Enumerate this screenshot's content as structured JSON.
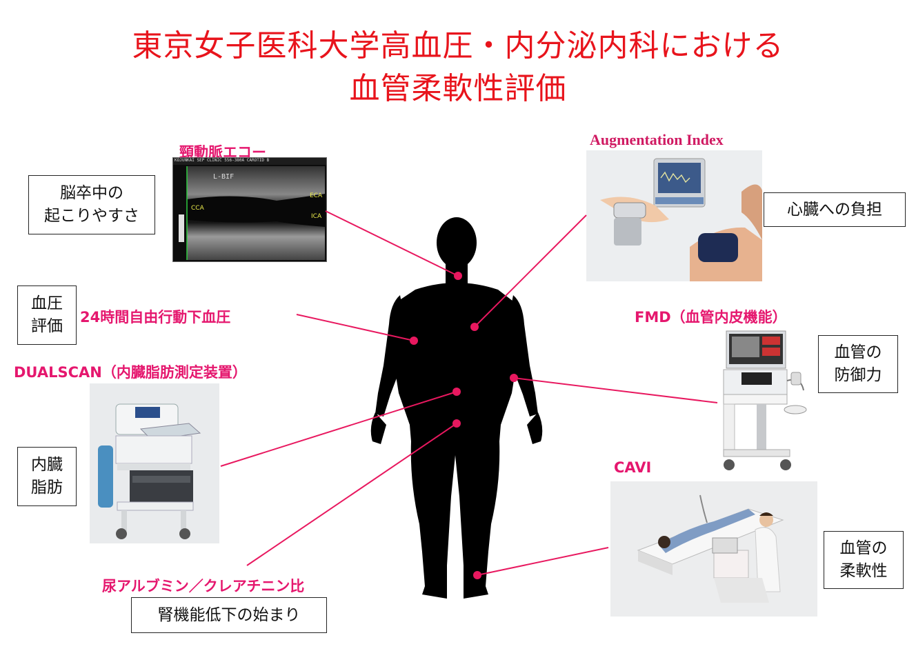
{
  "title": {
    "line1": "東京女子医科大学高血圧・内分泌内科における",
    "line2": "血管柔軟性評価"
  },
  "labels": {
    "carotid_echo": "頸動脈エコー",
    "augmentation_index": "Augmentation Index",
    "abpm": "24時間自由行動下血圧",
    "fmd": "FMD（血管内皮機能）",
    "dualscan": "DUALSCAN（内臓脂肪測定装置）",
    "cavi": "CAVI",
    "urine_ratio": "尿アルブミン／クレアチニン比"
  },
  "boxes": {
    "stroke_risk": {
      "line1": "脳卒中の",
      "line2": "起こりやすさ"
    },
    "heart_burden": "心臓への負担",
    "bp_eval": {
      "line1": "血圧",
      "line2": "評価"
    },
    "vascular_defense": {
      "line1": "血管の",
      "line2": "防御力"
    },
    "visceral_fat": {
      "line1": "内臓",
      "line2": "脂肪"
    },
    "vascular_flexibility": {
      "line1": "血管の",
      "line2": "柔軟性"
    },
    "renal_decline": "腎機能低下の始まり"
  },
  "ultrasound": {
    "header": "KOJUNKAI SEP CLINIC 556-380A   CAROTID B",
    "tag_lbif": "L-BIF",
    "tag_cca": "CCA",
    "tag_eca": "ECA",
    "tag_ica": "ICA"
  },
  "colors": {
    "title": "#e8141c",
    "accent": "#e5176e",
    "line": "#e8185f"
  }
}
